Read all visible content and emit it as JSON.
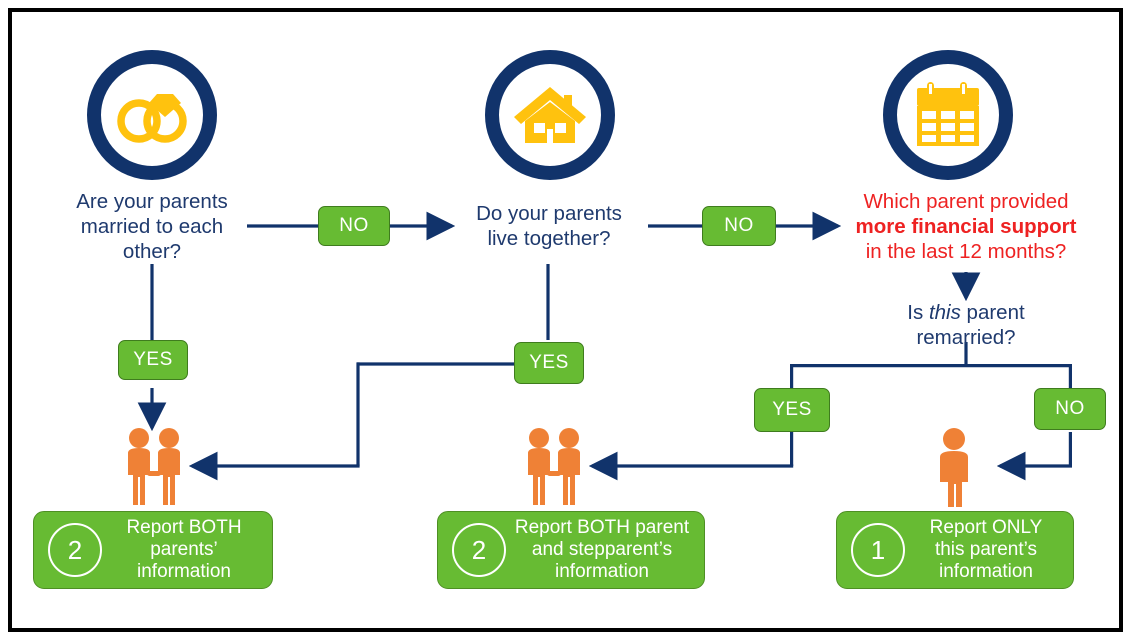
{
  "diagram": {
    "title": "Dependent student parent reporting decision flowchart",
    "frame_color": "#000000",
    "colors": {
      "navy": "#11336b",
      "navy_text": "#1f3a6e",
      "green": "#67bb33",
      "green_border": "#4e8f24",
      "orange": "#ef8136",
      "gold": "#ffc20e",
      "red": "#ee2222",
      "white": "#ffffff"
    }
  },
  "questions": [
    {
      "id": "q1",
      "icon": "wedding-rings-icon",
      "lines": [
        "Are your parents",
        "married to each",
        "other?"
      ],
      "text": "Are your parents married to each other?"
    },
    {
      "id": "q2",
      "icon": "house-icon",
      "lines": [
        "Do your parents",
        "live together?"
      ],
      "text": "Do your parents live together?"
    },
    {
      "id": "q3",
      "icon": "calendar-icon",
      "lines": [
        "Which parent provided",
        "more financial support",
        "in the last 12 months?"
      ],
      "line1": "Which parent provided",
      "line2_bold": "more financial support",
      "line3": "in the last 12 months?",
      "text": "Which parent provided more financial support in the last 12 months?"
    },
    {
      "id": "q4",
      "prefix": "Is ",
      "italic": "this",
      "suffix": " parent",
      "line2": "remarried?",
      "text": "Is this parent remarried?"
    }
  ],
  "badges": [
    {
      "id": "q1-no",
      "label": "NO"
    },
    {
      "id": "q1-yes",
      "label": "YES"
    },
    {
      "id": "q2-no",
      "label": "NO"
    },
    {
      "id": "q2-yes",
      "label": "YES"
    },
    {
      "id": "q4-yes",
      "label": "YES"
    },
    {
      "id": "q4-no",
      "label": "NO"
    }
  ],
  "outcomes": [
    {
      "id": "outcome-left",
      "number": "2",
      "icon": "two-people-icon",
      "lines": [
        "Report BOTH",
        "parents’",
        "information"
      ],
      "text": "Report BOTH parents’ information"
    },
    {
      "id": "outcome-middle",
      "number": "2",
      "icon": "two-people-icon",
      "lines": [
        "Report BOTH parent",
        "and stepparent’s",
        "information"
      ],
      "text": "Report BOTH parent and stepparent’s information"
    },
    {
      "id": "outcome-right",
      "number": "1",
      "icon": "one-person-icon",
      "lines": [
        "Report ONLY",
        "this parent’s",
        "information"
      ],
      "text": "Report ONLY this parent’s information"
    }
  ]
}
